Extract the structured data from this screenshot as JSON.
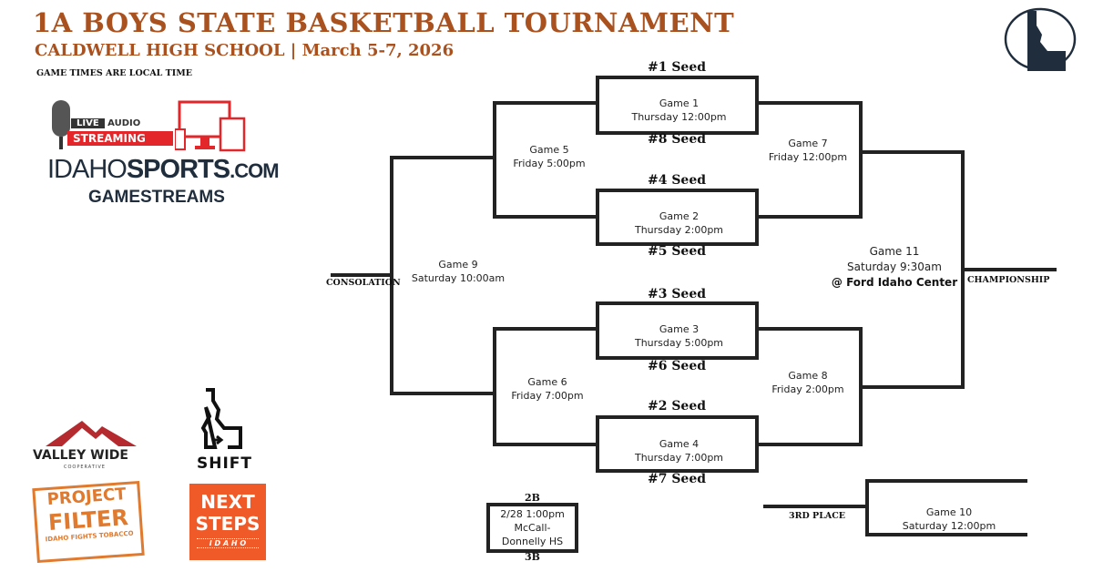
{
  "header": {
    "title": "1A BOYS STATE BASKETBALL TOURNAMENT",
    "subtitle": "CALDWELL HIGH SCHOOL | March 5-7, 2026",
    "note": "GAME TIMES ARE LOCAL TIME"
  },
  "stream": {
    "live": "LIVE",
    "audio": "AUDIO",
    "streaming": "STREAMING",
    "idaho": "IDAHO",
    "sports": "SPORTS",
    "com": ".COM",
    "gamestreams": "GAMESTREAMS"
  },
  "seeds": {
    "s1": "#1 Seed",
    "s8": "#8 Seed",
    "s4": "#4 Seed",
    "s5": "#5 Seed",
    "s3": "#3 Seed",
    "s6": "#6 Seed",
    "s2": "#2 Seed",
    "s7": "#7 Seed"
  },
  "games": {
    "g1": {
      "name": "Game 1",
      "time": "Thursday 12:00pm"
    },
    "g2": {
      "name": "Game 2",
      "time": "Thursday 2:00pm"
    },
    "g3": {
      "name": "Game 3",
      "time": "Thursday 5:00pm"
    },
    "g4": {
      "name": "Game 4",
      "time": "Thursday 7:00pm"
    },
    "g5": {
      "name": "Game 5",
      "time": "Friday 5:00pm"
    },
    "g6": {
      "name": "Game 6",
      "time": "Friday 7:00pm"
    },
    "g7": {
      "name": "Game 7",
      "time": "Friday 12:00pm"
    },
    "g8": {
      "name": "Game 8",
      "time": "Friday 2:00pm"
    },
    "g9": {
      "name": "Game 9",
      "time": "Saturday 10:00am"
    },
    "g10": {
      "name": "Game 10",
      "time": "Saturday 12:00pm"
    },
    "g11": {
      "name": "Game 11",
      "time": "Saturday 9:30am",
      "venue": "@ Ford Idaho Center"
    }
  },
  "labels": {
    "consolation": "CONSOLATION",
    "championship": "CHAMPIONSHIP",
    "third": "3RD PLACE"
  },
  "playin": {
    "top": "2B",
    "bottom": "3B",
    "line1": "2/28 1:00pm",
    "line2": "McCall-",
    "line3": "Donnelly HS"
  },
  "sponsors": {
    "valley": "VALLEY WIDE",
    "coop": "COOPERATIVE",
    "shift": "SHIFT",
    "pf1": "PROJECT",
    "pf2": "FILTER",
    "pf3": "IDAHO FIGHTS TOBACCO",
    "ns1": "NEXT",
    "ns2": "STEPS",
    "ns3": "I D A H O"
  },
  "colors": {
    "brand": "#a9511f",
    "navy": "#1f2d3d",
    "red": "#e3262a",
    "orange": "#f05a28"
  }
}
